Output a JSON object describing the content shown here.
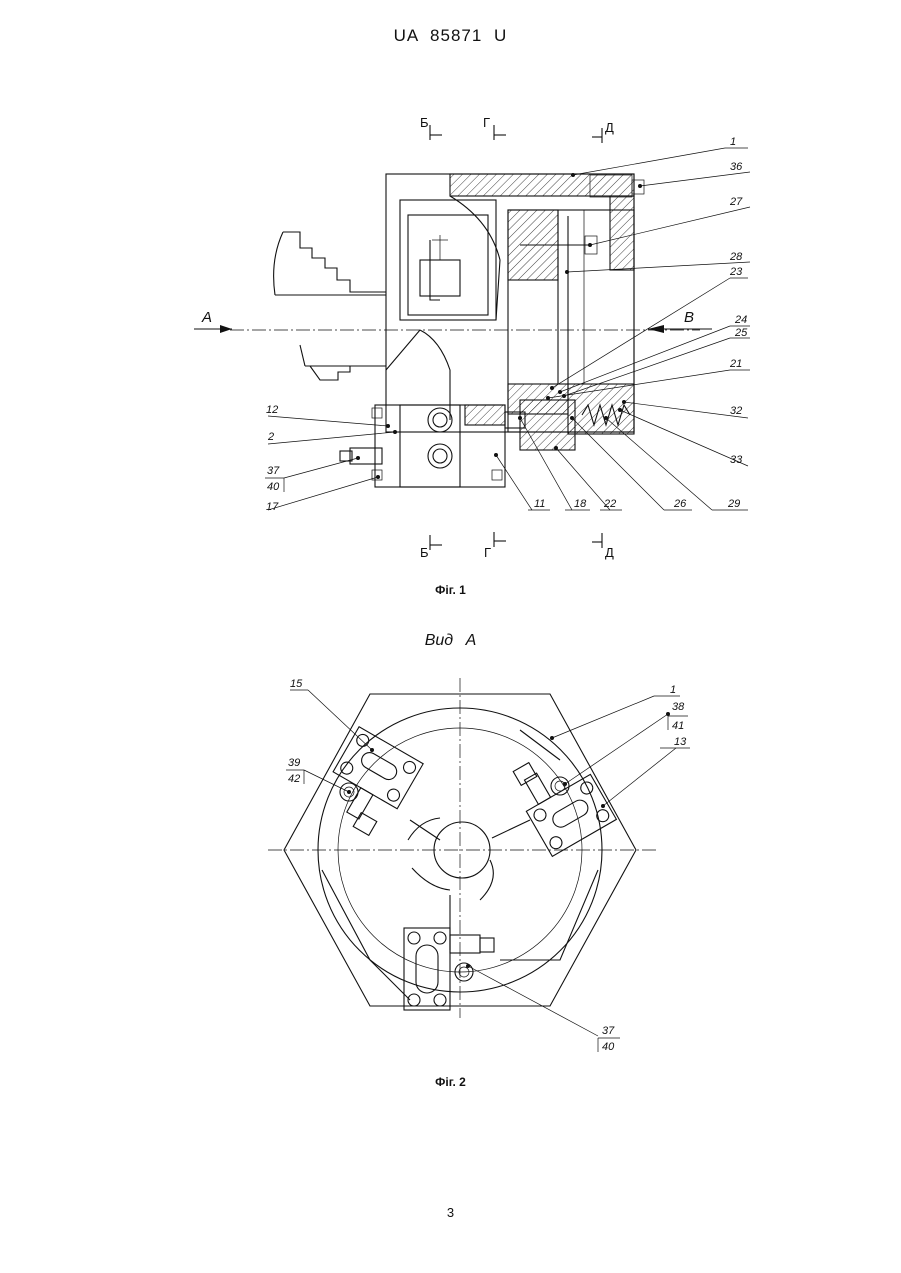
{
  "header": {
    "patent_number": "UA   85871   U"
  },
  "figure1": {
    "caption": "Фіг. 1",
    "section_marks": [
      "Б",
      "Г",
      "Д"
    ],
    "view_arrows": [
      "А",
      "В"
    ],
    "callouts": [
      "1",
      "36",
      "27",
      "28",
      "23",
      "24",
      "25",
      "21",
      "32",
      "33",
      "29",
      "26",
      "22",
      "18",
      "11",
      "12",
      "2",
      "37",
      "40",
      "17"
    ]
  },
  "figure2": {
    "title": "Вид   А",
    "caption": "Фіг. 2",
    "callouts": [
      "15",
      "1",
      "38",
      "41",
      "13",
      "39",
      "42",
      "37",
      "40"
    ]
  },
  "page_number": "3"
}
